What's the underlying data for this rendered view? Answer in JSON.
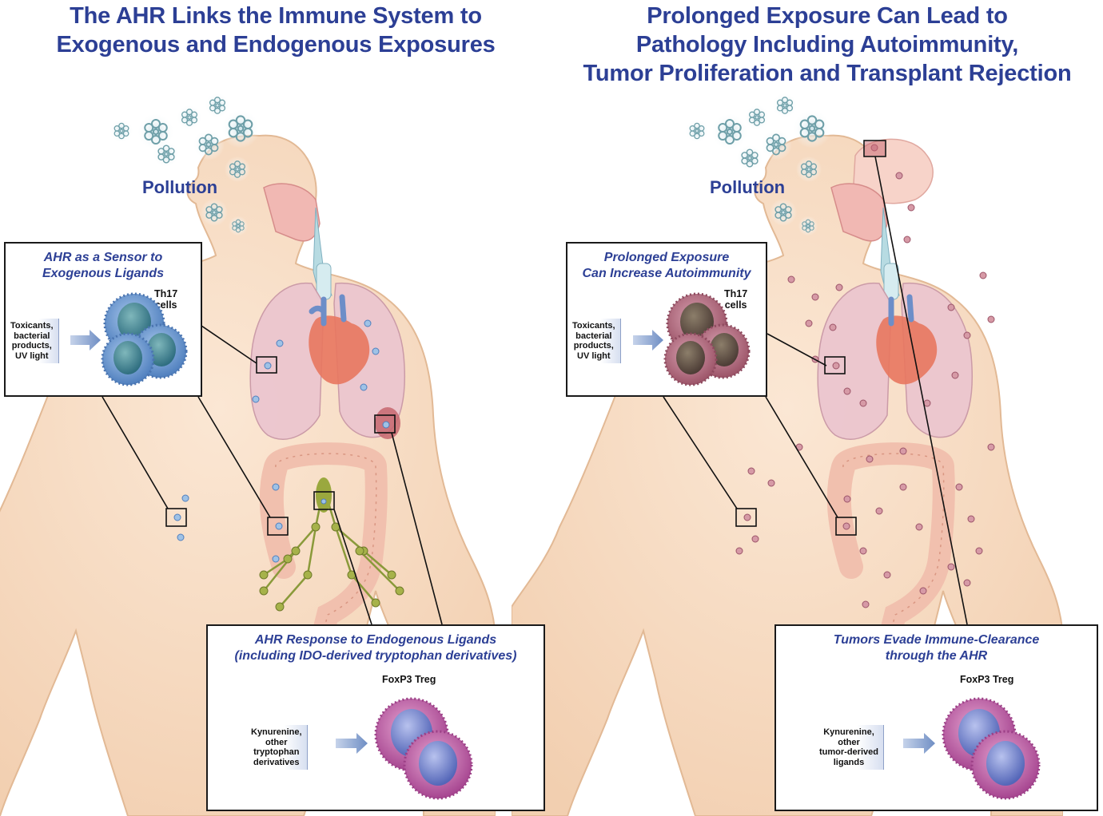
{
  "left_panel": {
    "title_lines": [
      "The AHR Links the Immune System to",
      "Exogenous and Endogenous Exposures"
    ],
    "pollution_label": "Pollution",
    "sensor_box": {
      "title_lines": [
        "AHR as a Sensor to",
        "Exogenous Ligands"
      ],
      "cell_label_lines": [
        "Th17",
        "cells"
      ],
      "input_lines": [
        "Toxicants,",
        "bacterial",
        "products,",
        "UV light"
      ]
    },
    "endogenous_box": {
      "title_lines": [
        "AHR Response to Endogenous Ligands",
        "(including IDO-derived tryptophan derivatives)"
      ],
      "cell_label": "FoxP3 Treg",
      "input_lines": [
        "Kynurenine,",
        "other",
        "tryptophan",
        "derivatives"
      ]
    }
  },
  "right_panel": {
    "title_lines": [
      "Prolonged Exposure Can Lead to",
      "Pathology Including Autoimmunity,",
      "Tumor Proliferation and Transplant Rejection"
    ],
    "pollution_label": "Pollution",
    "autoimmunity_box": {
      "title_lines": [
        "Prolonged Exposure",
        "Can Increase Autoimmunity"
      ],
      "cell_label_lines": [
        "Th17",
        "cells"
      ],
      "input_lines": [
        "Toxicants,",
        "bacterial",
        "products,",
        "UV light"
      ]
    },
    "tumor_box": {
      "title_lines": [
        "Tumors Evade Immune-Clearance",
        "through the AHR"
      ],
      "cell_label": "FoxP3 Treg",
      "input_lines": [
        "Kynurenine,",
        "other",
        "tumor-derived",
        "ligands"
      ]
    }
  },
  "colors": {
    "title_blue": "#2c3f95",
    "skin": "#f6dcc4",
    "skin_outline": "#e2b995",
    "lung": "#ecc6cf",
    "heart": "#e8775f",
    "th17_blue": "#5d8fc8",
    "th17_red": "#b06a7e",
    "treg_magenta": "#b7559a",
    "lymph_green": "#8a9a3a"
  }
}
